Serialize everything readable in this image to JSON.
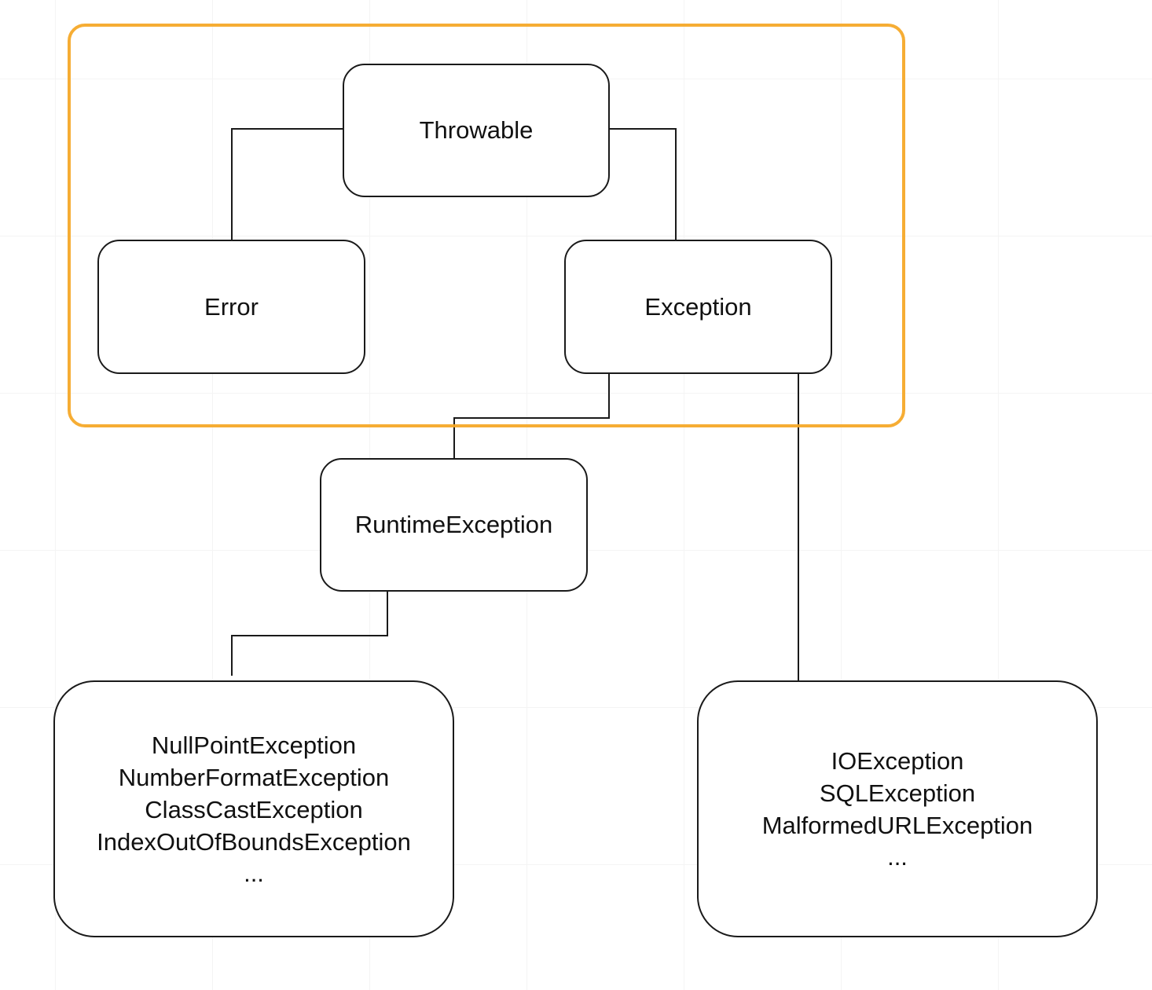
{
  "diagram": {
    "nodes": {
      "throwable": {
        "label": "Throwable"
      },
      "error": {
        "label": "Error"
      },
      "exception": {
        "label": "Exception"
      },
      "runtime_exception": {
        "label": "RuntimeException"
      },
      "unchecked_examples": {
        "items": [
          "NullPointException",
          "NumberFormatException",
          "ClassCastException",
          "IndexOutOfBoundsException"
        ],
        "ellipsis": "..."
      },
      "checked_examples": {
        "items": [
          "IOException",
          "SQLException",
          "MalformedURLException"
        ],
        "ellipsis": "..."
      }
    },
    "edges": [
      {
        "from": "Throwable",
        "to": "Error"
      },
      {
        "from": "Throwable",
        "to": "Exception"
      },
      {
        "from": "Exception",
        "to": "RuntimeException"
      },
      {
        "from": "Exception",
        "to": "checked_examples"
      },
      {
        "from": "RuntimeException",
        "to": "unchecked_examples"
      }
    ],
    "colors": {
      "group_highlight": "#f5a623",
      "node_border": "#1a1a1a",
      "connector": "#1a1a1a",
      "text": "#111111"
    }
  }
}
